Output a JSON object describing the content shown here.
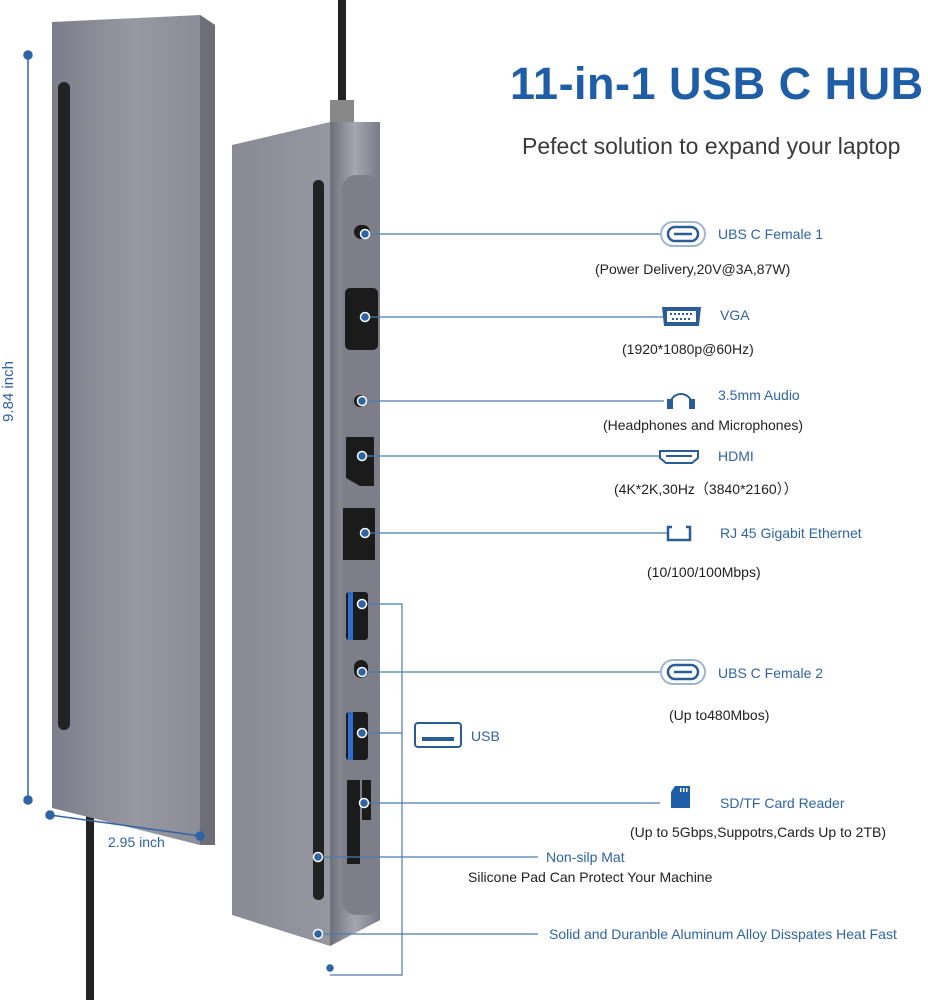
{
  "header": {
    "title": "11-in-1 USB C HUB",
    "subtitle": "Pefect solution to  expand your laptop"
  },
  "dimensions": {
    "height": "9.84 inch",
    "width": "2.95 inch"
  },
  "ports": [
    {
      "icon": "usb-c-icon",
      "label": "UBS C Female 1",
      "detail": "(Power Delivery,20V@3A,87W)"
    },
    {
      "icon": "vga-icon",
      "label": "VGA",
      "detail": "(1920*1080p@60Hz)"
    },
    {
      "icon": "headphones-icon",
      "label": "3.5mm Audio",
      "detail": "(Headphones and Microphones)"
    },
    {
      "icon": "hdmi-icon",
      "label": "HDMI",
      "detail": "(4K*2K,30Hz（3840*2160））"
    },
    {
      "icon": "ethernet-icon",
      "label": "RJ 45 Gigabit Ethernet",
      "detail": "(10/100/100Mbps)"
    },
    {
      "icon": "usb-c-icon",
      "label": "UBS C Female  2",
      "detail": "(Up to480Mbos)"
    },
    {
      "icon": "usb-a-icon",
      "label": "USB"
    },
    {
      "icon": "sd-card-icon",
      "label": "SD/TF Card Reader",
      "detail": "(Up to 5Gbps,Suppotrs,Cards Up to 2TB)"
    }
  ],
  "features": [
    {
      "label": "Non-silp Mat",
      "detail": "Silicone Pad Can Protect Your Machine"
    },
    {
      "label": "Solid and Duranble Aluminum Alloy Disspates Heat Fast"
    }
  ],
  "colors": {
    "accent": "#1f5ea6",
    "label": "#2f64a3",
    "device": "#8a8a96"
  }
}
